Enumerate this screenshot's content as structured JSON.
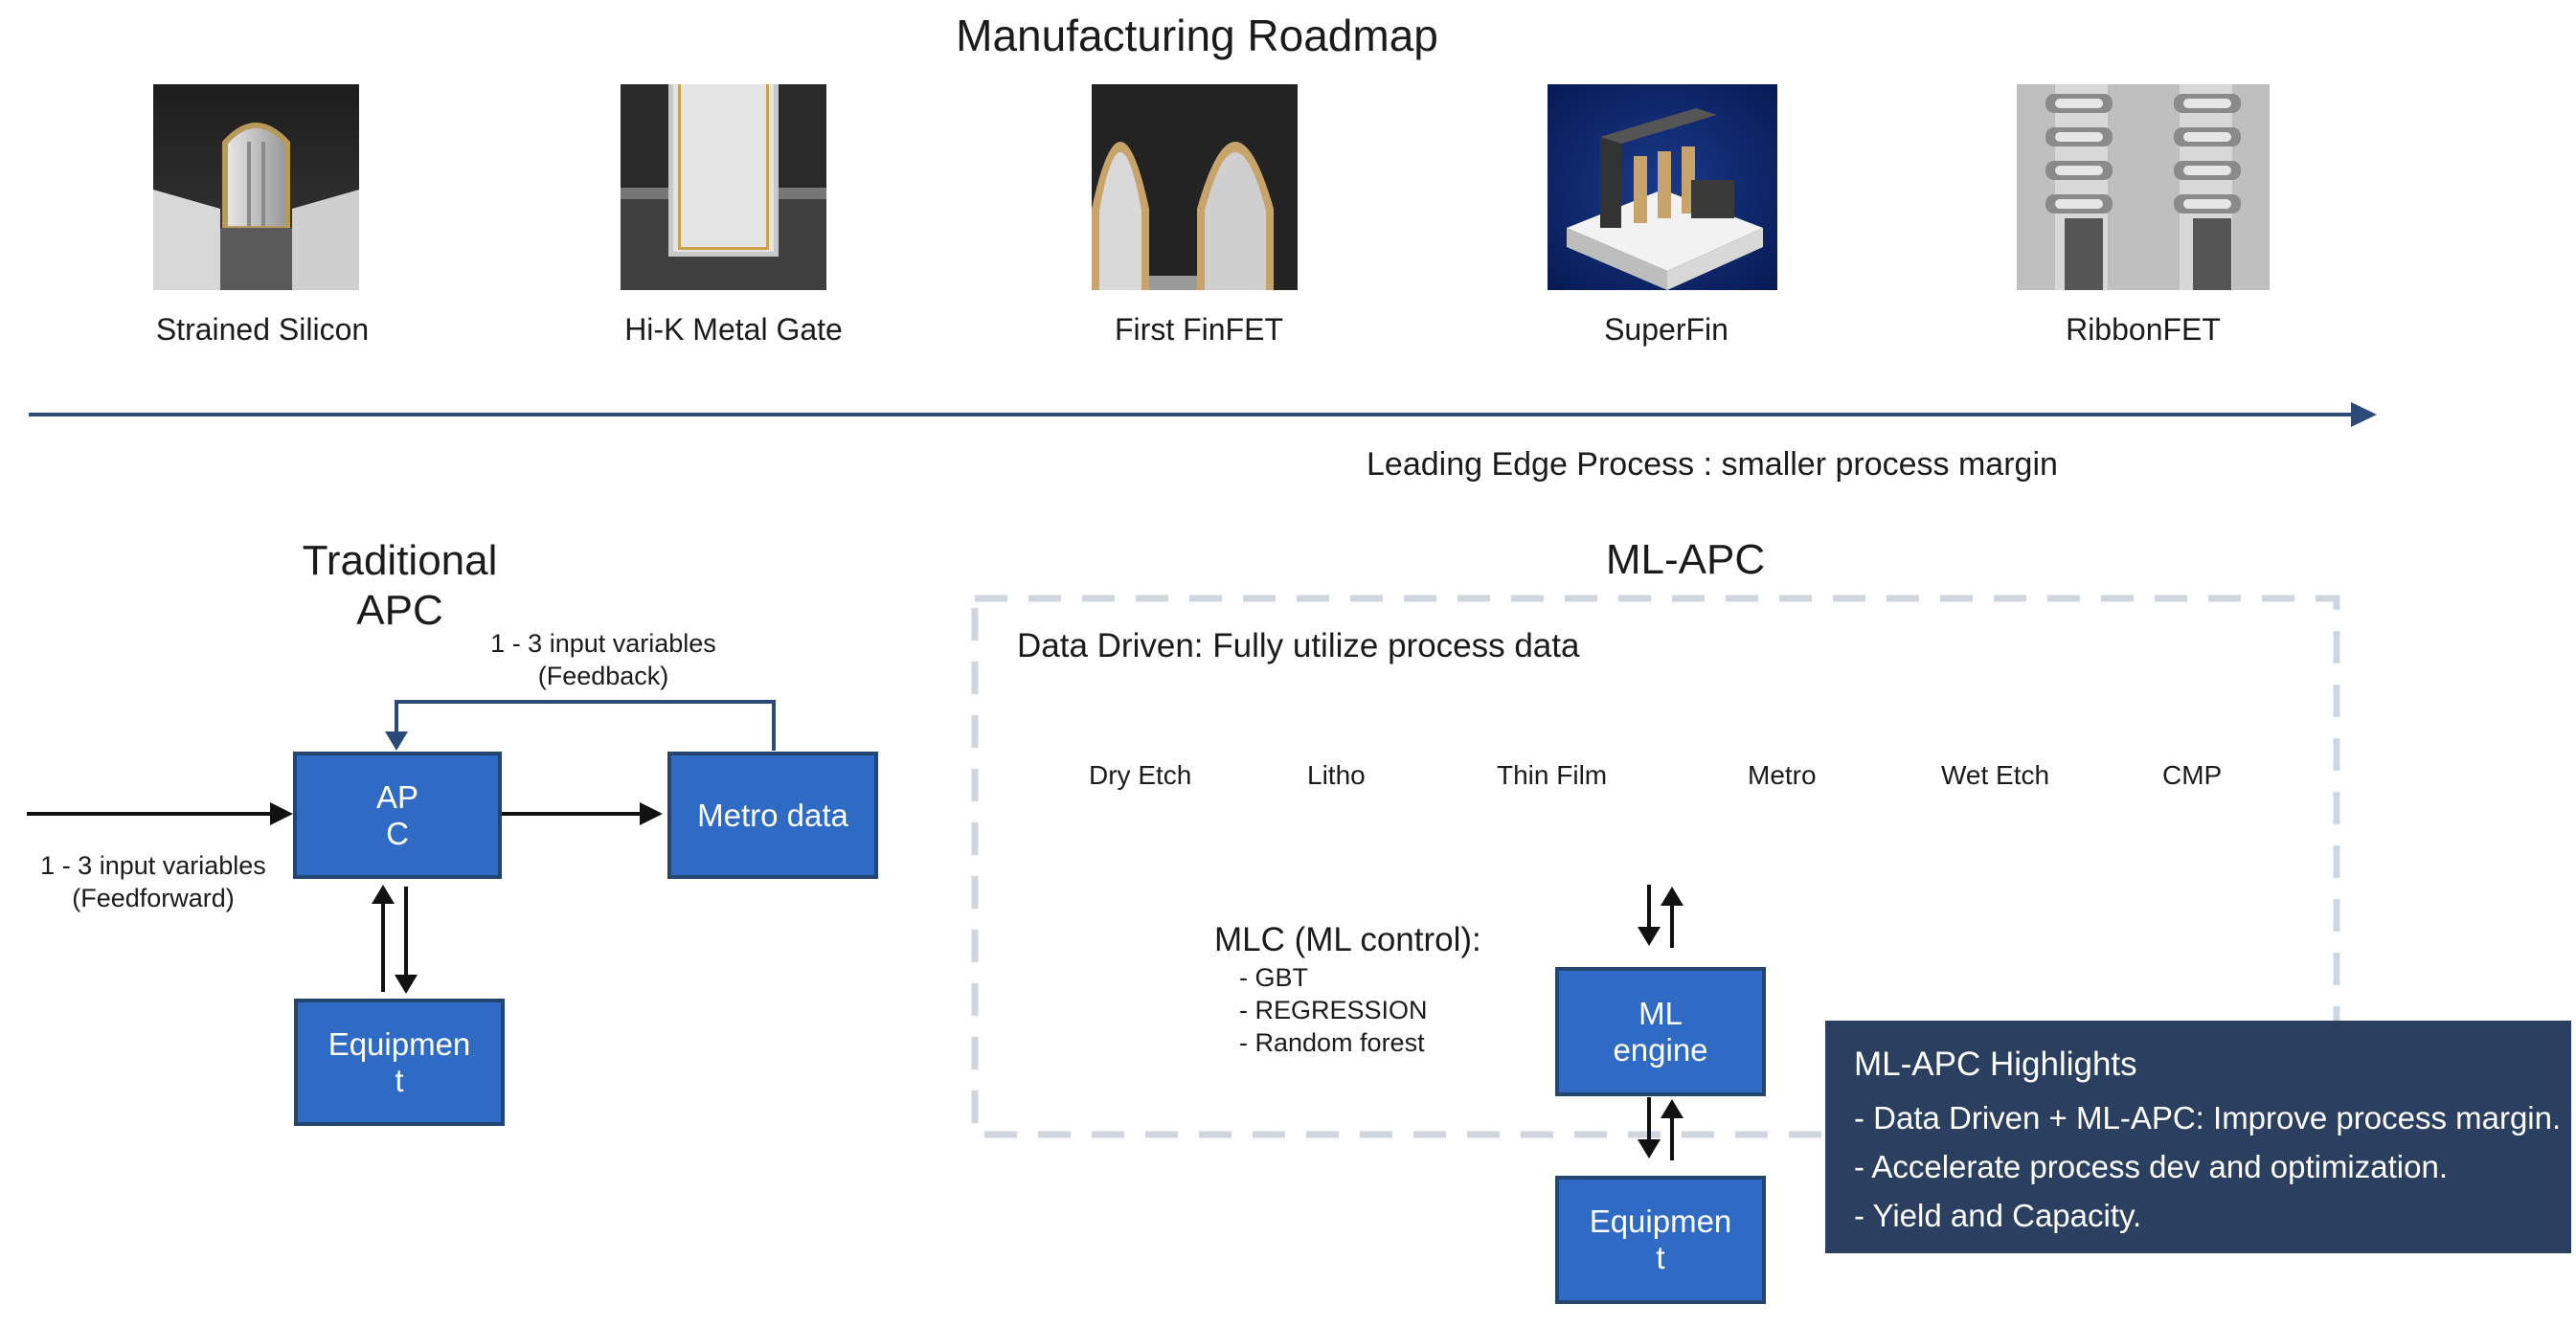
{
  "title": "Manufacturing Roadmap",
  "roadmap": [
    {
      "label": "Strained Silicon"
    },
    {
      "label": "Hi-K Metal Gate"
    },
    {
      "label": "First FinFET"
    },
    {
      "label": "SuperFin"
    },
    {
      "label": "RibbonFET"
    }
  ],
  "timeline_label": "Leading Edge Process : smaller process margin",
  "traditional": {
    "title_line1": "Traditional",
    "title_line2": "APC",
    "feedback_line1": "1 - 3 input variables",
    "feedback_line2": "(Feedback)",
    "feedforward_line1": "1 - 3 input variables",
    "feedforward_line2": "(Feedforward)",
    "apc_box_line1": "AP",
    "apc_box_line2": "C",
    "metro_box": "Metro data",
    "equipment_line1": "Equipmen",
    "equipment_line2": "t"
  },
  "ml_apc": {
    "title": "ML-APC",
    "subtitle": "Data Driven: Fully utilize process data",
    "departments": [
      "Dry Etch",
      "Litho",
      "Thin Film",
      "Metro",
      "Wet Etch",
      "CMP"
    ],
    "mlc_title": "MLC (ML control):",
    "mlc_items": [
      "- GBT",
      "- REGRESSION",
      "- Random forest"
    ],
    "ml_engine_line1": "ML",
    "ml_engine_line2": "engine",
    "equipment_line1": "Equipmen",
    "equipment_line2": "t"
  },
  "highlights": {
    "title": "ML-APC Highlights",
    "items": [
      "- Data Driven + ML-APC: Improve process margin.",
      "- Accelerate process dev and optimization.",
      "- Yield and Capacity."
    ]
  },
  "colors": {
    "box_fill": "#2f6bc4",
    "box_border": "#23456e",
    "timeline_arrow": "#2b4a7a",
    "dashed_border": "#cfd6e0",
    "highlights_bg": "#2b4060"
  }
}
